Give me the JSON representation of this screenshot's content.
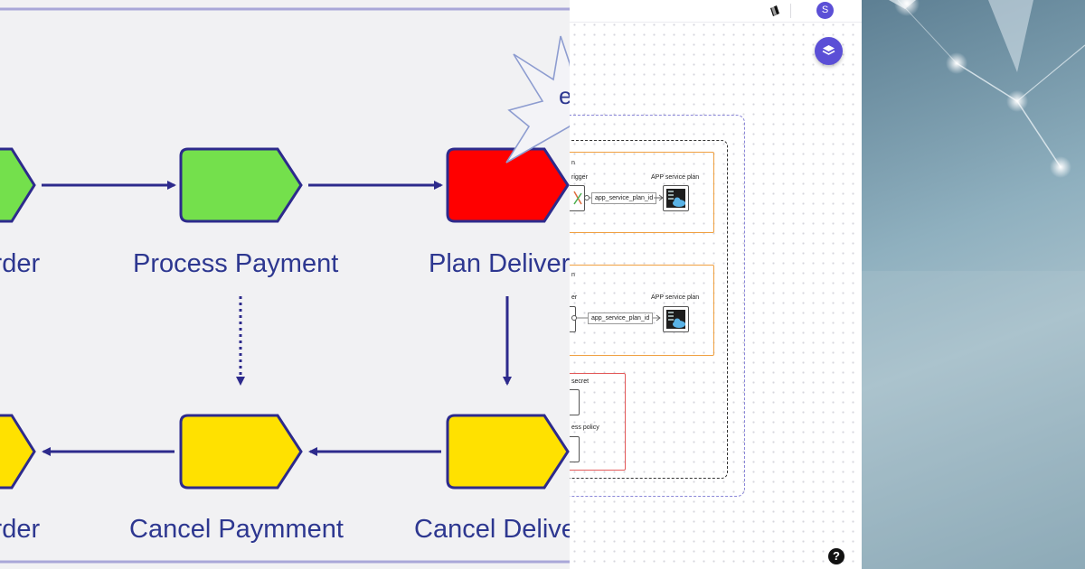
{
  "saga": {
    "row1": {
      "left_label": "Order",
      "middle_label": "Process Payment",
      "right_label": "Plan Deliver"
    },
    "row2": {
      "left_label": "Order",
      "middle_label": "Cancel Paymment",
      "right_label": "Cancel Deliver"
    },
    "burst_text": "e",
    "colors": {
      "success": "#74e04c",
      "failure": "#ff0000",
      "compensate": "#ffe100",
      "stroke": "#2d2a8c",
      "label": "#2d3790"
    }
  },
  "architecture": {
    "avatar_letter": "S",
    "group1": {
      "title": "n",
      "trigger_label": "rigger",
      "plan_label": "APP service plan",
      "connection_label": "app_service_plan_id"
    },
    "group2": {
      "title": "n",
      "trigger_label": "er",
      "plan_label": "APP service plan",
      "connection_label": "app_service_plan_id"
    },
    "group3": {
      "secret_label": "secret",
      "policy_label": "ess policy"
    },
    "help_glyph": "?",
    "icons": [
      "account-icon",
      "layers-icon",
      "app-service-plan-icon",
      "help-icon"
    ],
    "accent": "#5b4fd6"
  }
}
